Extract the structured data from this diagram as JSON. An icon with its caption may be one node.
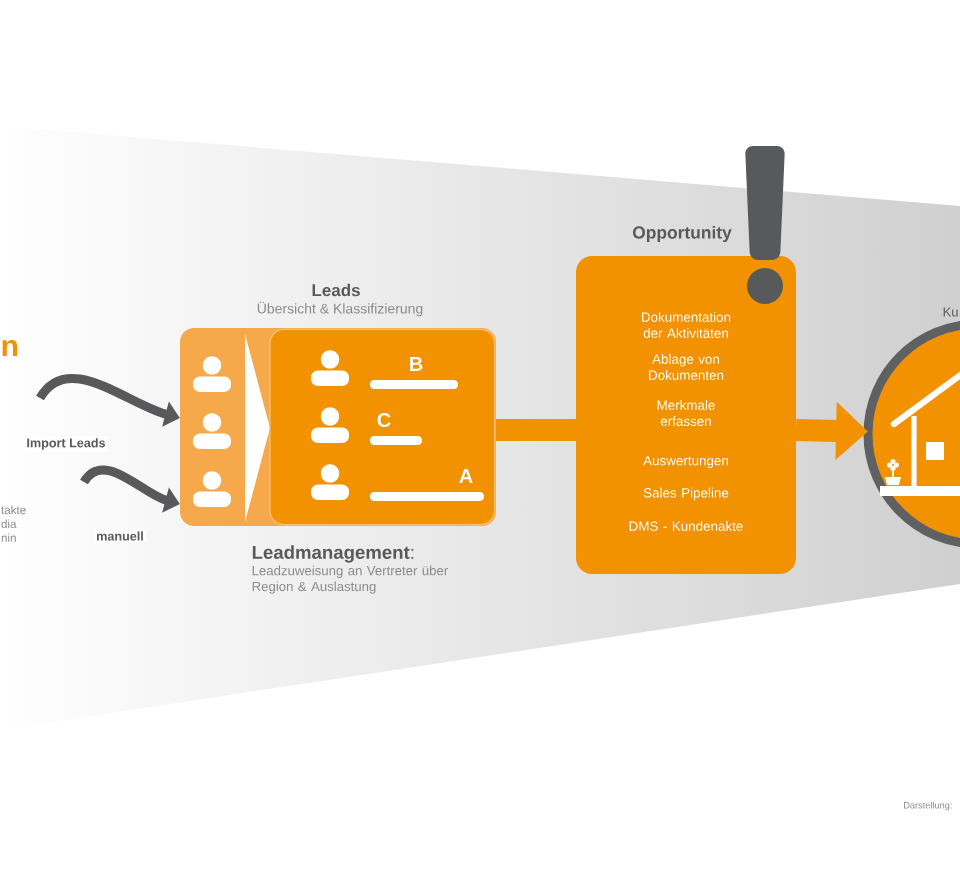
{
  "diagram": {
    "nodes": [
      {
        "text": [
          "Leads",
          "Übersicht & Klassifizierung"
        ],
        "beside": [
          "**Leadmanagement**:",
          "Leadzuweisung an Vertreter über Region & Auslastung"
        ]
      },
      {
        "text": [
          "B",
          "C",
          "A"
        ],
        "in": 0
      },
      {
        "text": [
          "Opportunity",
          "Dokumentation der Aktivitäten",
          "Ablage von Dokumenten",
          "Merkmale erfassen",
          "Auswertungen",
          "Sales Pipeline",
          "DMS - Kundenakte"
        ]
      },
      {
        "text": [
          "Ku"
        ]
      }
    ],
    "edges": [
      {
        "from": null,
        "to": 0,
        "arrow": "to",
        "label": "Import Leads",
        "color": "#58595b"
      },
      {
        "from": null,
        "to": 0,
        "arrow": "to",
        "label": "manuell",
        "color": "#58595b"
      },
      {
        "from": 0,
        "to": 2,
        "arrow": "none",
        "style": "thick",
        "color": "#f39200"
      },
      {
        "from": 2,
        "to": 3,
        "arrow": "to",
        "style": "thick",
        "color": "#f39200"
      }
    ],
    "labels": [
      "n",
      "takte dia nin",
      "Darstellung:"
    ]
  }
}
